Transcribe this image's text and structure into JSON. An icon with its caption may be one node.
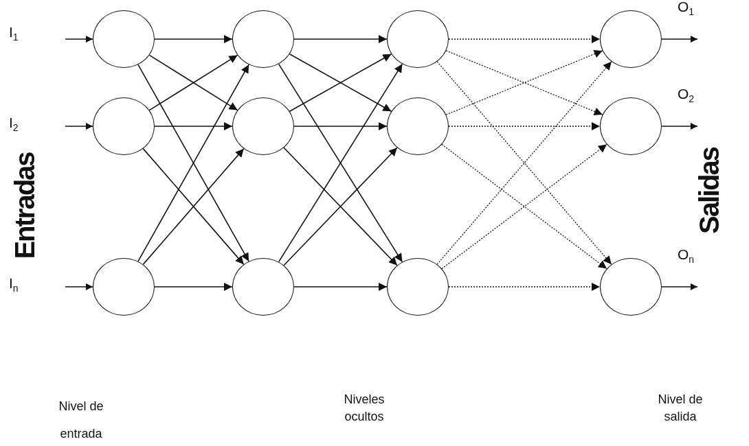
{
  "diagram": {
    "nodes": [
      {
        "text": [],
        "shape": "circle"
      },
      {
        "text": [],
        "shape": "circle"
      },
      {
        "text": [],
        "shape": "circle"
      },
      {
        "text": [],
        "shape": "circle"
      },
      {
        "text": [],
        "shape": "circle"
      },
      {
        "text": [],
        "shape": "circle"
      },
      {
        "text": [],
        "shape": "circle"
      },
      {
        "text": [],
        "shape": "circle"
      },
      {
        "text": [],
        "shape": "circle"
      },
      {
        "text": [],
        "shape": "circle",
        "beside": [
          "O$_{1}$"
        ]
      },
      {
        "text": [],
        "shape": "circle",
        "beside": [
          "O$_{2}$"
        ]
      },
      {
        "text": [],
        "shape": "circle",
        "beside": [
          "O$_{n}$"
        ]
      }
    ],
    "edges": [
      {
        "from": null,
        "to": 0,
        "arrow": "to"
      },
      {
        "from": null,
        "to": 1,
        "arrow": "to"
      },
      {
        "from": null,
        "to": 2,
        "arrow": "to"
      },
      {
        "from": 0,
        "to": 3,
        "arrow": "to"
      },
      {
        "from": 0,
        "to": 4,
        "arrow": "to"
      },
      {
        "from": 0,
        "to": 5,
        "arrow": "to"
      },
      {
        "from": 1,
        "to": 3,
        "arrow": "to"
      },
      {
        "from": 1,
        "to": 4,
        "arrow": "to"
      },
      {
        "from": 1,
        "to": 5,
        "arrow": "to"
      },
      {
        "from": 2,
        "to": 3,
        "arrow": "to"
      },
      {
        "from": 2,
        "to": 4,
        "arrow": "to"
      },
      {
        "from": 2,
        "to": 5,
        "arrow": "to"
      },
      {
        "from": 3,
        "to": 6,
        "arrow": "to"
      },
      {
        "from": 3,
        "to": 7,
        "arrow": "to"
      },
      {
        "from": 3,
        "to": 8,
        "arrow": "to"
      },
      {
        "from": 4,
        "to": 6,
        "arrow": "to"
      },
      {
        "from": 4,
        "to": 7,
        "arrow": "to"
      },
      {
        "from": 4,
        "to": 8,
        "arrow": "to"
      },
      {
        "from": 5,
        "to": 6,
        "arrow": "to"
      },
      {
        "from": 5,
        "to": 7,
        "arrow": "to"
      },
      {
        "from": 5,
        "to": 8,
        "arrow": "to"
      },
      {
        "from": 6,
        "to": 9,
        "arrow": "to",
        "style": "dashed"
      },
      {
        "from": 6,
        "to": 10,
        "arrow": "to",
        "style": "dashed"
      },
      {
        "from": 6,
        "to": 11,
        "arrow": "to",
        "style": "dashed"
      },
      {
        "from": 7,
        "to": 9,
        "arrow": "to",
        "style": "dashed"
      },
      {
        "from": 7,
        "to": 10,
        "arrow": "to",
        "style": "dashed"
      },
      {
        "from": 7,
        "to": 11,
        "arrow": "to",
        "style": "dashed"
      },
      {
        "from": 8,
        "to": 9,
        "arrow": "to",
        "style": "dashed"
      },
      {
        "from": 8,
        "to": 10,
        "arrow": "to",
        "style": "dashed"
      },
      {
        "from": 8,
        "to": 11,
        "arrow": "to",
        "style": "dashed"
      },
      {
        "from": 9,
        "to": null,
        "arrow": "to"
      },
      {
        "from": 10,
        "to": null,
        "arrow": "to"
      },
      {
        "from": 11,
        "to": null,
        "arrow": "to"
      }
    ],
    "labels": [
      "I$_{1}$",
      "I$_{2}$",
      "I$_{n}$",
      "Entradas",
      "Salidas",
      "Nivel de entrada",
      "Niveles ocultos",
      "Nivel de salida"
    ]
  }
}
